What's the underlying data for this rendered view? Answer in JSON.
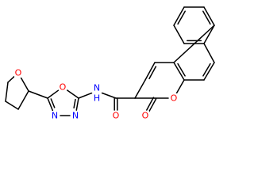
{
  "molecule": {
    "atoms": [
      {
        "id": "a1",
        "el": "C"
      },
      {
        "id": "a2",
        "el": "C"
      },
      {
        "id": "a3",
        "el": "C"
      },
      {
        "id": "a4",
        "el": "C"
      },
      {
        "id": "a5",
        "el": "C"
      },
      {
        "id": "a6",
        "el": "C"
      },
      {
        "id": "a7",
        "el": "C"
      },
      {
        "id": "a8",
        "el": "C"
      },
      {
        "id": "a9",
        "el": "C"
      },
      {
        "id": "a10",
        "el": "C"
      },
      {
        "id": "a11",
        "el": "C"
      },
      {
        "id": "a12",
        "el": "C"
      },
      {
        "id": "a13",
        "el": "O",
        "label": "O",
        "color": "#ff0000"
      },
      {
        "id": "a14",
        "el": "C"
      },
      {
        "id": "a15",
        "el": "C"
      },
      {
        "id": "a16",
        "el": "O",
        "label": "O",
        "color": "#ff0000"
      },
      {
        "id": "a17",
        "el": "C"
      },
      {
        "id": "a18",
        "el": "O",
        "label": "O",
        "color": "#ff0000"
      },
      {
        "id": "a19",
        "el": "N",
        "label": "N",
        "color": "#0000ff"
      },
      {
        "id": "a20",
        "el": "H",
        "label": "H",
        "color": "#0000ff"
      },
      {
        "id": "a21",
        "el": "C"
      },
      {
        "id": "a22",
        "el": "O",
        "label": "O",
        "color": "#ff0000"
      },
      {
        "id": "a23",
        "el": "C"
      },
      {
        "id": "a24",
        "el": "N",
        "label": "N",
        "color": "#0000ff"
      },
      {
        "id": "a25",
        "el": "N",
        "label": "N",
        "color": "#0000ff"
      },
      {
        "id": "a26",
        "el": "C"
      },
      {
        "id": "a27",
        "el": "O",
        "label": "O",
        "color": "#ff0000"
      },
      {
        "id": "a28",
        "el": "C"
      },
      {
        "id": "a29",
        "el": "C"
      },
      {
        "id": "a30",
        "el": "C"
      }
    ],
    "bonds": [
      {
        "a": "a1",
        "b": "a2",
        "order": 2,
        "side": "in"
      },
      {
        "a": "a2",
        "b": "a3",
        "order": 1
      },
      {
        "a": "a3",
        "b": "a4",
        "order": 2,
        "side": "in"
      },
      {
        "a": "a4",
        "b": "a5",
        "order": 1
      },
      {
        "a": "a5",
        "b": "a6",
        "order": 2,
        "side": "in"
      },
      {
        "a": "a6",
        "b": "a1",
        "order": 1
      },
      {
        "a": "a4",
        "b": "a7",
        "order": 1
      },
      {
        "a": "a7",
        "b": "a8",
        "order": 2,
        "side": "in"
      },
      {
        "a": "a8",
        "b": "a9",
        "order": 1
      },
      {
        "a": "a9",
        "b": "a10",
        "order": 2,
        "side": "in"
      },
      {
        "a": "a10",
        "b": "a5",
        "order": 1
      },
      {
        "a": "a10",
        "b": "a11",
        "order": 1
      },
      {
        "a": "a11",
        "b": "a12",
        "order": 2,
        "side": "in"
      },
      {
        "a": "a12",
        "b": "a15",
        "order": 1
      },
      {
        "a": "a15",
        "b": "a14",
        "order": 1
      },
      {
        "a": "a14",
        "b": "a13",
        "order": 1
      },
      {
        "a": "a13",
        "b": "a9",
        "order": 1
      },
      {
        "a": "a14",
        "b": "a16",
        "order": 2,
        "side": "center"
      },
      {
        "a": "a15",
        "b": "a17",
        "order": 1
      },
      {
        "a": "a17",
        "b": "a18",
        "order": 2,
        "side": "center"
      },
      {
        "a": "a17",
        "b": "a19",
        "order": 1
      },
      {
        "a": "a19",
        "b": "a21",
        "order": 1
      },
      {
        "a": "a21",
        "b": "a22",
        "order": 1
      },
      {
        "a": "a22",
        "b": "a23",
        "order": 1
      },
      {
        "a": "a23",
        "b": "a24",
        "order": 2,
        "side": "in"
      },
      {
        "a": "a24",
        "b": "a25",
        "order": 1
      },
      {
        "a": "a25",
        "b": "a21",
        "order": 2,
        "side": "in"
      },
      {
        "a": "a23",
        "b": "a26",
        "order": 1
      },
      {
        "a": "a26",
        "b": "a27",
        "order": 1
      },
      {
        "a": "a27",
        "b": "a28",
        "order": 1
      },
      {
        "a": "a28",
        "b": "a29",
        "order": 1
      },
      {
        "a": "a29",
        "b": "a30",
        "order": 1
      },
      {
        "a": "a30",
        "b": "a26",
        "order": 1
      }
    ]
  }
}
